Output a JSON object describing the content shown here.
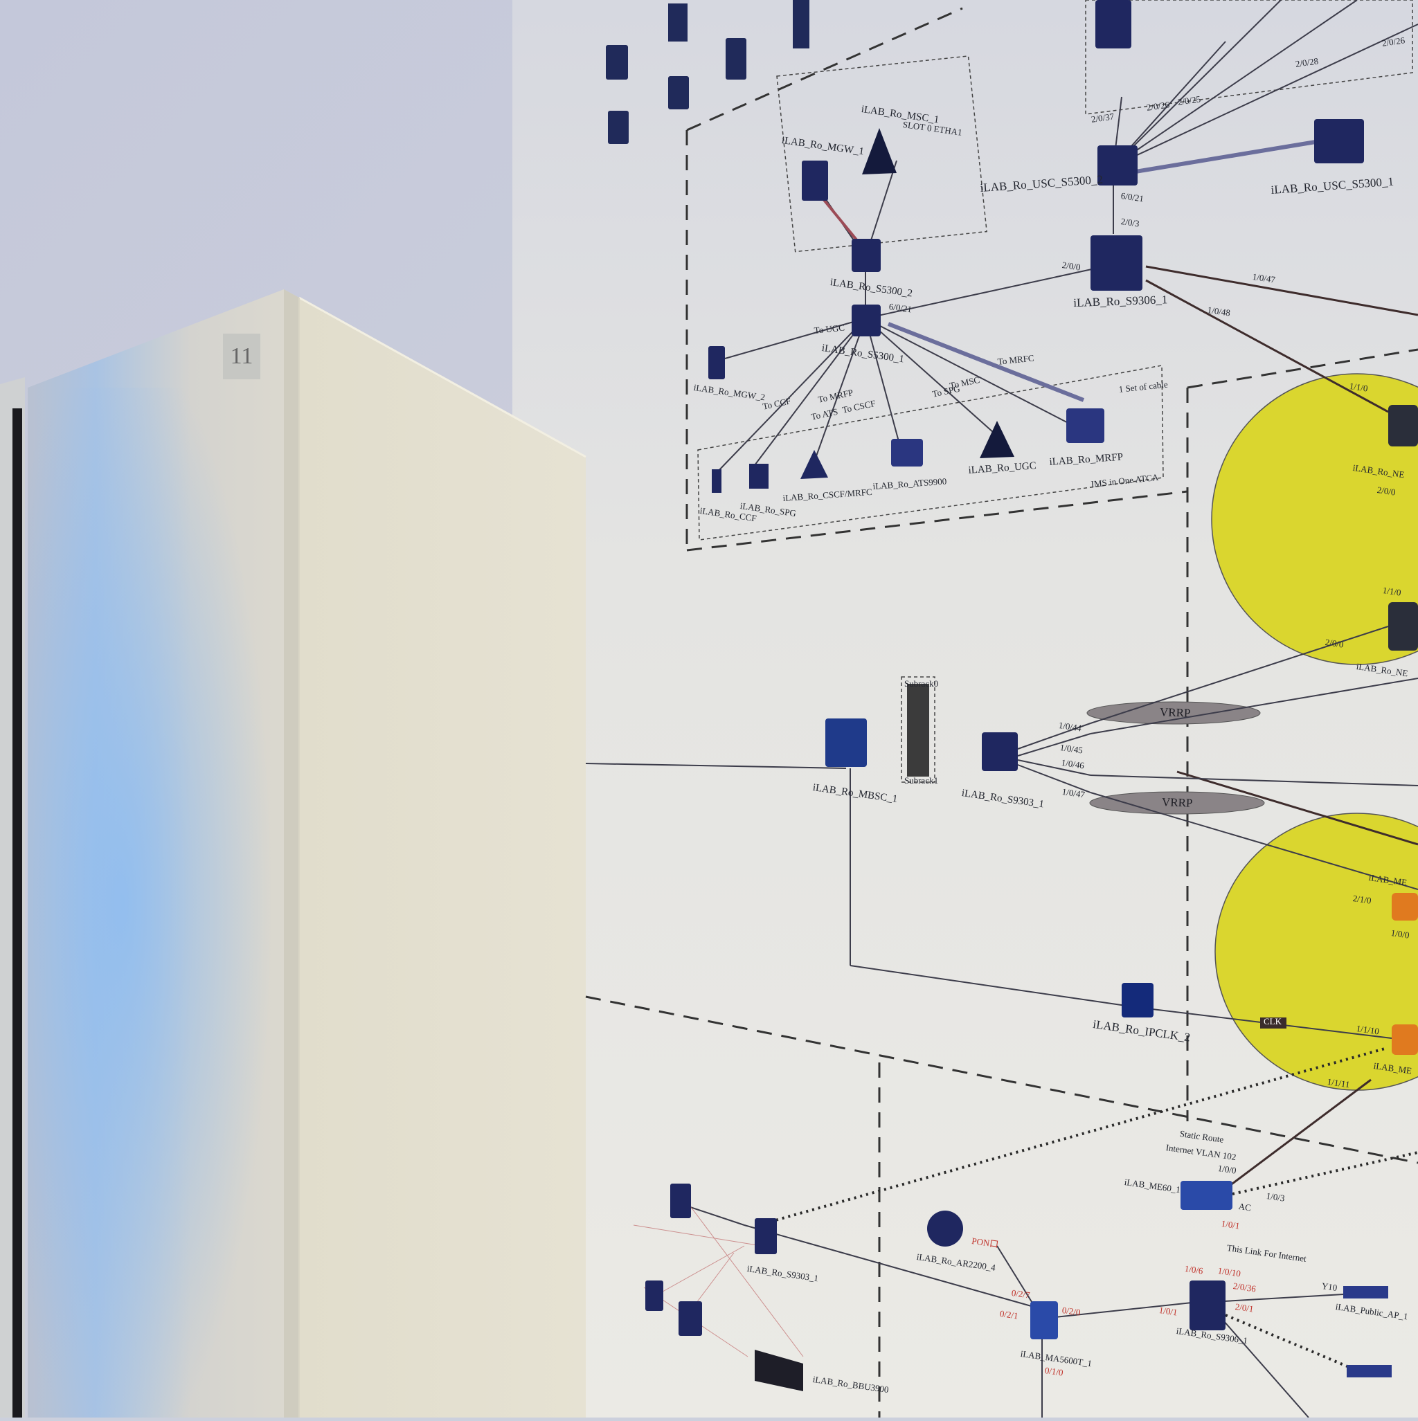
{
  "cabinet": {
    "number": "11"
  },
  "diagram": {
    "nodes": {
      "mgw": "iLAB_Ro_MGW_1",
      "msc": "iLAB_Ro_MSC_1",
      "s5300_2": "iLAB_Ro_S5300_2",
      "s5300_1": "iLAB_Ro_S5300_1",
      "usc_s5300_2": "iLAB_Ro_USC_S5300_2",
      "usc_s5300_1": "iLAB_Ro_USC_S5300_1",
      "s9306": "iLAB_Ro_S9306_1",
      "mgw_left": "iLAB_Ro_MGW_2",
      "ccf": "iLAB_Ro_CCF",
      "spg": "iLAB_Ro_SPG",
      "cscf": "iLAB_Ro_CSCF/MRFC",
      "ats": "iLAB_Ro_ATS9900",
      "ugc": "iLAB_Ro_UGC",
      "mrfp": "iLAB_Ro_MRFP",
      "mbsc": "iLAB_Ro_MBSC_1",
      "s9303": "iLAB_Ro_S9303_1",
      "ipclk": "iLAB_Ro_IPCLK_2",
      "me60": "iLAB_ME60_1",
      "ar2200": "iLAB_Ro_AR2200_4",
      "ma5600": "iLAB_MA5600T_1",
      "s9306_lower": "iLAB_Ro_S9306_1",
      "ap": "iLAB_Public_AP_1",
      "bbu": "iLAB_Ro_BBU3900",
      "s9303_lower": "iLAB_Ro_S9303_1",
      "ne_top": "iLAB_Ro_NE",
      "ne_mid": "iLAB_Ro_NE",
      "me_a": "iLAB_ME",
      "me_b": "iLAB_ME"
    },
    "labels": {
      "ims": "IMS in One ATCA",
      "vrrp_1": "VRRP",
      "vrrp_2": "VRRP",
      "static_route": "Static Route",
      "internet_vlan": "Internet VLAN 102",
      "link_internet": "This Link For Internet",
      "pon": "PON口",
      "ac": "AC",
      "subrack_top": "Subrack0",
      "subrack_bottom": "Subrack1",
      "to_mrfc": "To MRFC",
      "to_ugc": "To UGC",
      "to_spg": "To SPG",
      "to_ats": "To ATS",
      "to_cscf": "To CSCF",
      "to_mrfp": "To MRFP",
      "to_ccf": "To CCF",
      "to_msc": "To MSC",
      "slot_text": "SLOT 0 ETHA1",
      "set_of_cable": "1 Set of cable",
      "ports": {
        "p1": "2/0/0",
        "p2": "1/0/47",
        "p3": "1/0/48",
        "p4": "1/1/0",
        "p5": "2/0/0",
        "p6": "1/1/0",
        "p7": "2/0/0",
        "p8": "1/0/44",
        "p9": "1/0/45",
        "p10": "1/0/46",
        "p11": "1/0/47",
        "p12": "2/1/0",
        "p13": "1/0/0",
        "p14": "1/1/10",
        "p15": "1/1/11",
        "p16": "1/0/0",
        "p17": "1/0/3",
        "p18": "1/0/1",
        "p19": "1/0/10",
        "p20": "1/0/6",
        "p21": "2/0/36",
        "p22": "2/0/1",
        "p23": "1/0/1",
        "p24": "0/2/7",
        "p25": "0/2/0",
        "p26": "0/2/1",
        "p27": "0/1/0",
        "p28": "Y10",
        "p29": "6/0/21",
        "p30": "2/0/3",
        "p31": "6/0/21",
        "p32": "2/0/37",
        "p33": "2/0/26",
        "p34": "2/0/25",
        "p35": "2/0/28",
        "p36": "2/0/26",
        "p37": "CLK"
      }
    }
  }
}
